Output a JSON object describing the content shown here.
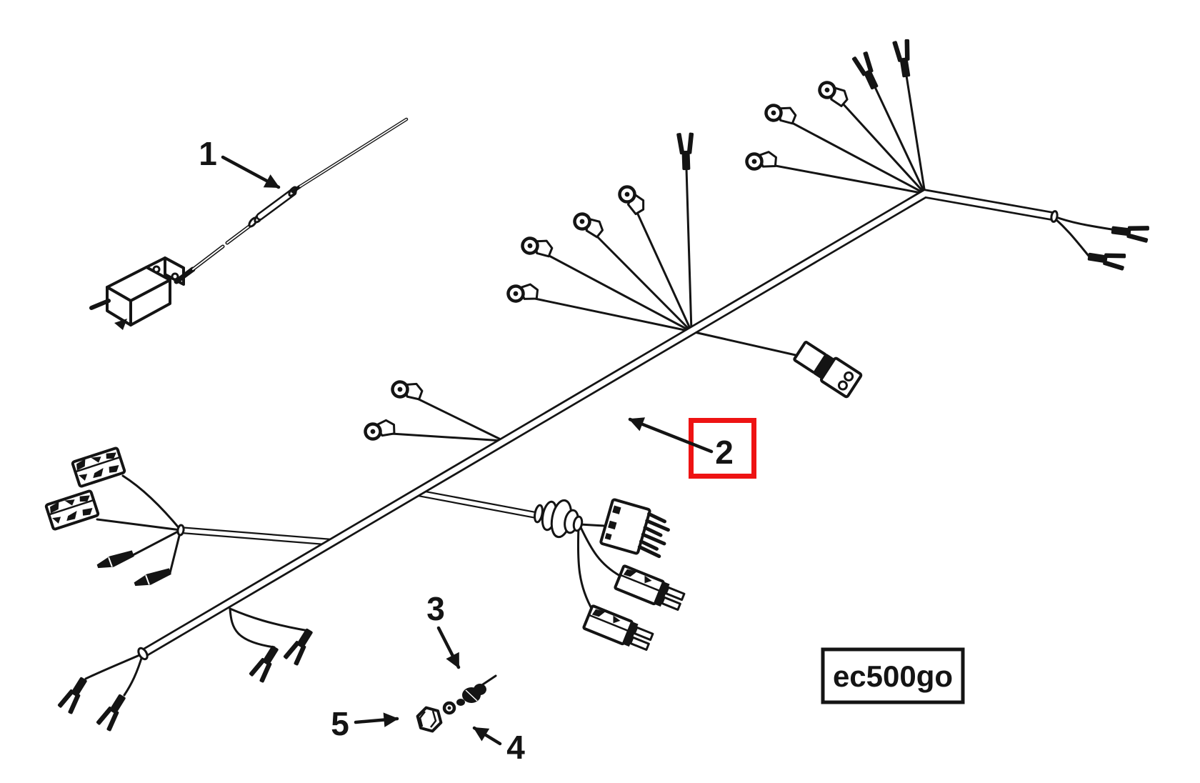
{
  "diagram": {
    "drawing_code": "ec500go",
    "background_color": "#ffffff",
    "line_color": "#141414",
    "highlight_color": "#ee1313",
    "callouts": [
      {
        "number": "1",
        "highlighted": false
      },
      {
        "number": "2",
        "highlighted": true
      },
      {
        "number": "3",
        "highlighted": false
      },
      {
        "number": "4",
        "highlighted": false
      },
      {
        "number": "5",
        "highlighted": false
      }
    ]
  }
}
